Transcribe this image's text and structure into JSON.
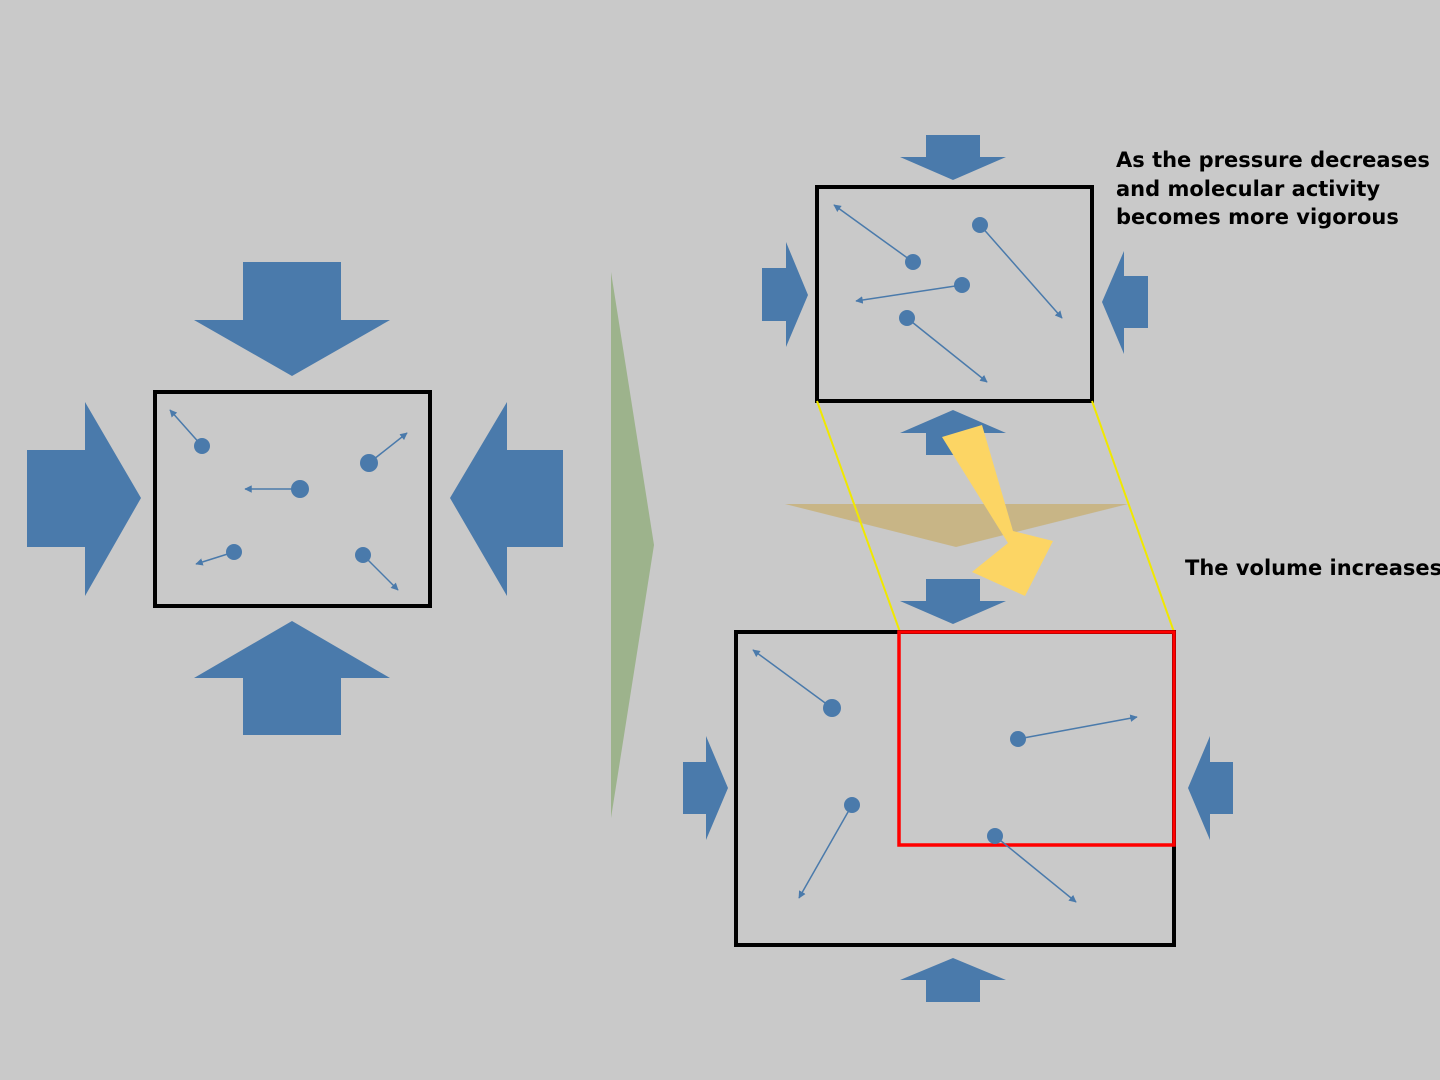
{
  "captions": {
    "pressure_line1": "As the pressure decreases",
    "pressure_line2": "and molecular activity",
    "pressure_line3": "becomes more vigorous",
    "volume": "The volume increases"
  },
  "colors": {
    "background": "#c9c9c9",
    "pressure_arrow": "#4a7aab",
    "molecule": "#4a7aab",
    "container_outline": "#000000",
    "volume_increase_outline": "#ff0000",
    "projection_lines": "#f0e800",
    "transition_arrow": "#9db38c",
    "highlight_arrow": "#fcd564",
    "faded_arrow": "#c8b27a"
  },
  "icons": {
    "pressure_arrow": "thick-block-arrow-icon",
    "transition_arrow": "chevron-triangle-icon",
    "highlight_arrow": "diagonal-block-arrow-icon",
    "molecule": "dot-with-velocity-arrow-icon"
  }
}
